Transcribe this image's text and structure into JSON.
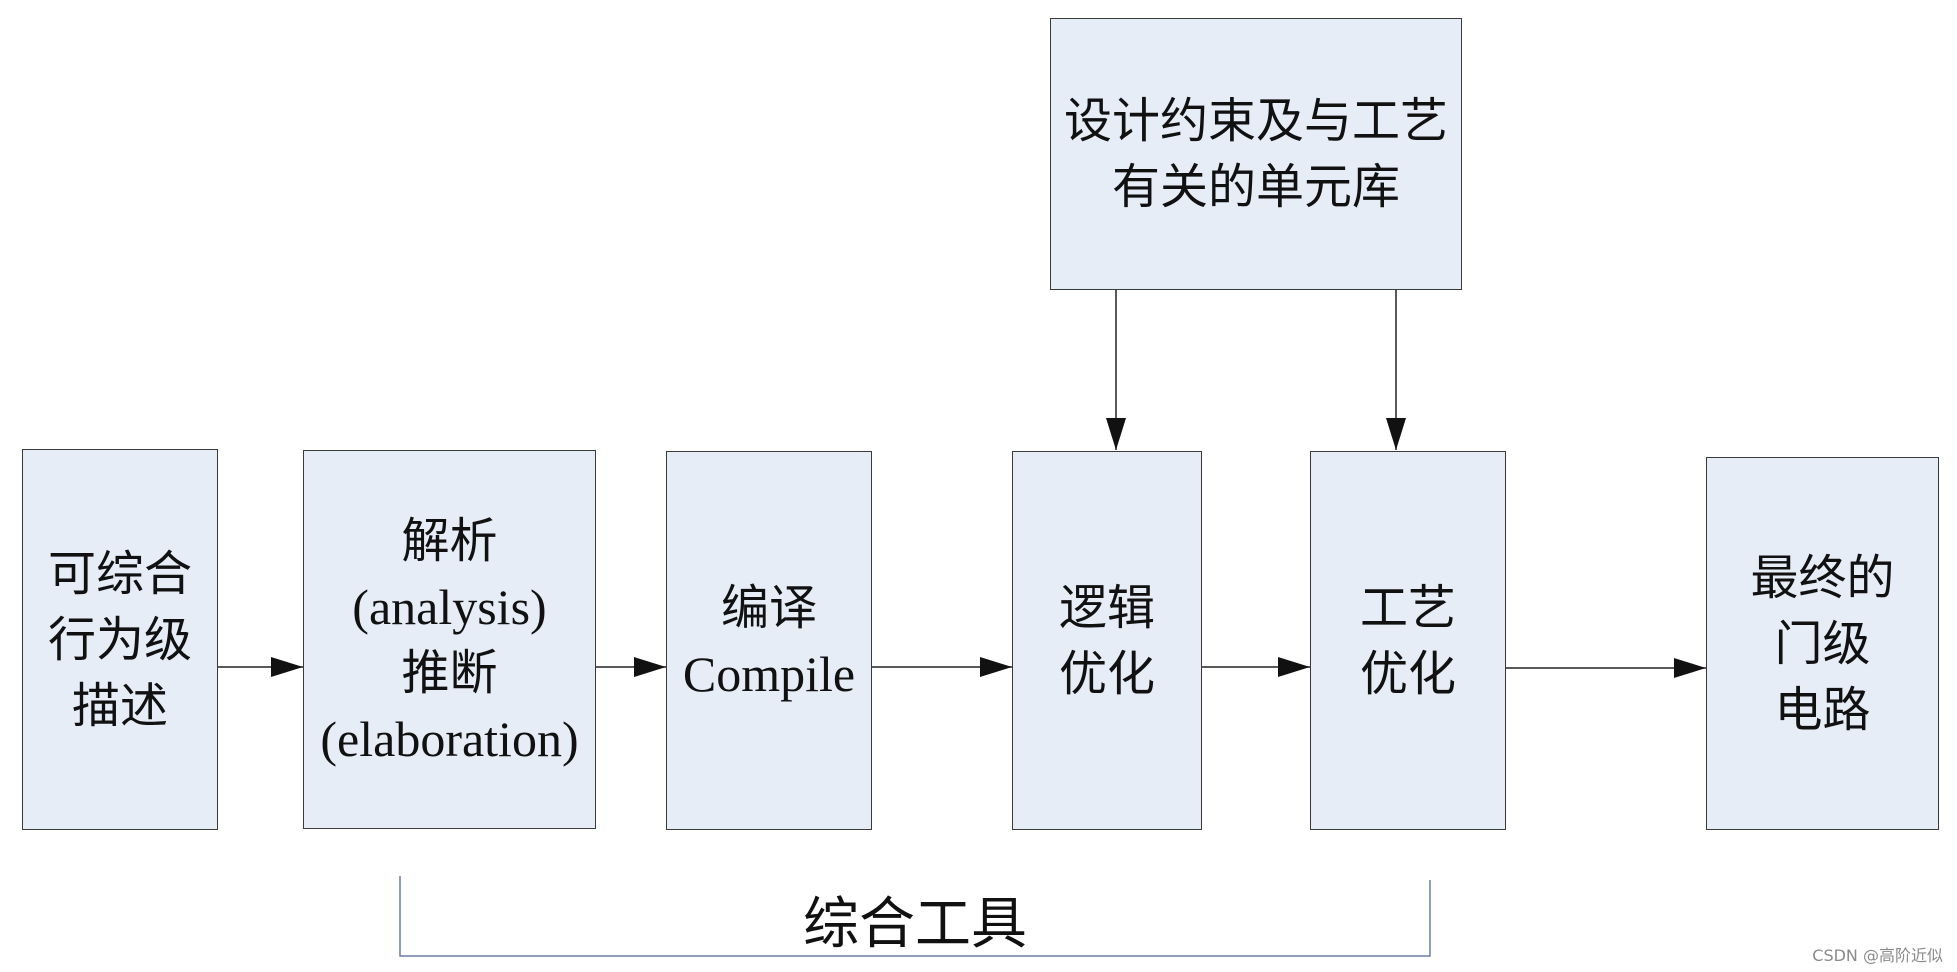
{
  "diagram": {
    "blocks": {
      "source": {
        "lines": [
          "可综合",
          "行为级",
          "描述"
        ]
      },
      "analysis": {
        "lines": [
          "解析",
          "(analysis)",
          "推断",
          "(elaboration)"
        ]
      },
      "compile": {
        "lines": [
          "编译",
          "Compile"
        ]
      },
      "logic_opt": {
        "lines": [
          "逻辑",
          "优化"
        ]
      },
      "tech_opt": {
        "lines": [
          "工艺",
          "优化"
        ]
      },
      "netlist": {
        "lines": [
          "最终的",
          "门级",
          "电路"
        ]
      },
      "library": {
        "lines": [
          "设计约束及与工艺",
          "有关的单元库"
        ]
      }
    },
    "bracket_label": "综合工具"
  },
  "watermark": "CSDN @高阶近似",
  "colors": {
    "box_fill": "#e6edf7",
    "stroke": "#222222",
    "bracket": "#6b7fa8"
  }
}
